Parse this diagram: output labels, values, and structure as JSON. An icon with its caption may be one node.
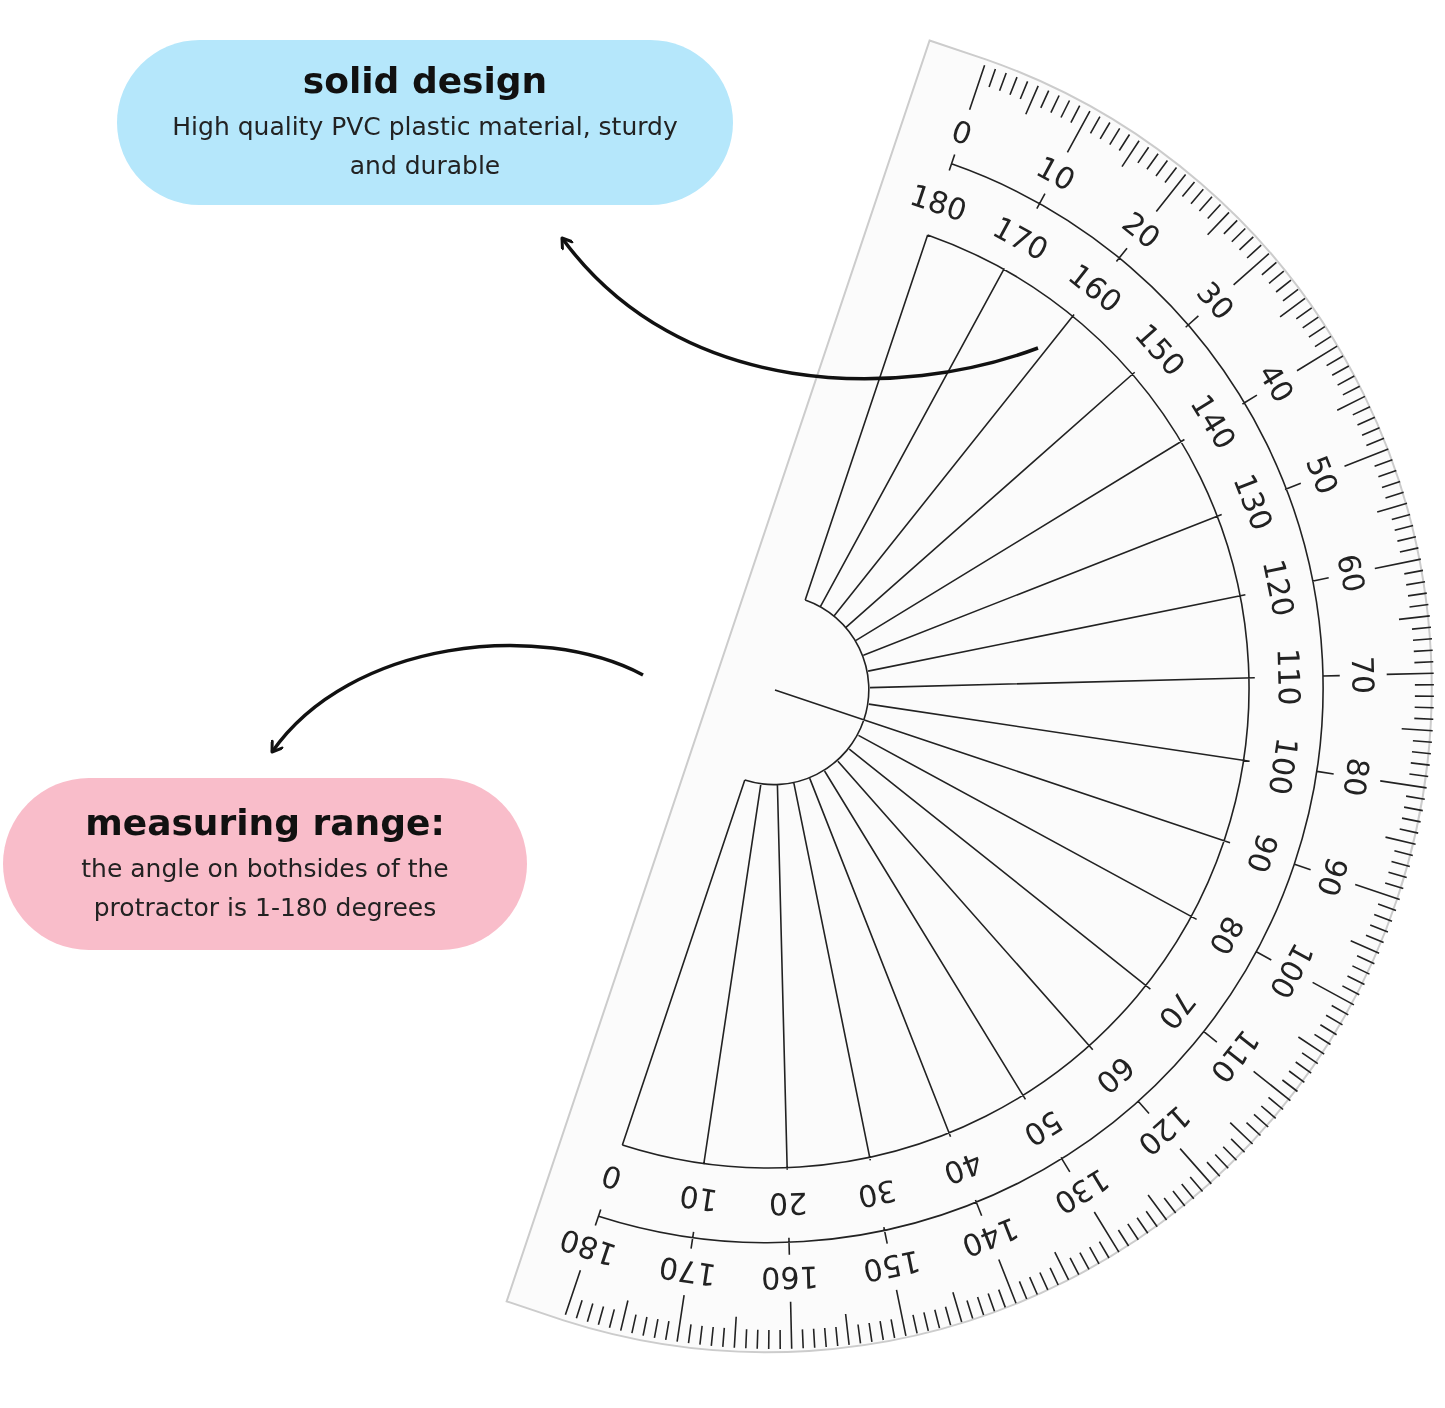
{
  "diagram": {
    "nodes": [
      {
        "text": [
          "solid design",
          "High quality PVC plastic material, sturdy and durable"
        ]
      },
      {
        "text": [
          "measuring range:",
          "the angle on bothsides of the protractor is 1-180 degrees"
        ]
      },
      {
        "text": [],
        "shape": "picture"
      }
    ],
    "edges": [
      {
        "from": 2,
        "to": 0,
        "arrow": "to"
      },
      {
        "from": 2,
        "to": 1,
        "arrow": "to"
      }
    ],
    "labels": [
      "0",
      "10",
      "20",
      "30",
      "40",
      "50",
      "60",
      "70",
      "80",
      "90",
      "100",
      "110",
      "120",
      "130",
      "140",
      "150",
      "160",
      "170",
      "180",
      "180",
      "170",
      "160",
      "150",
      "140",
      "130",
      "120",
      "110",
      "100",
      "90",
      "80",
      "70",
      "60",
      "50",
      "40",
      "30",
      "20",
      "10",
      "0"
    ]
  }
}
